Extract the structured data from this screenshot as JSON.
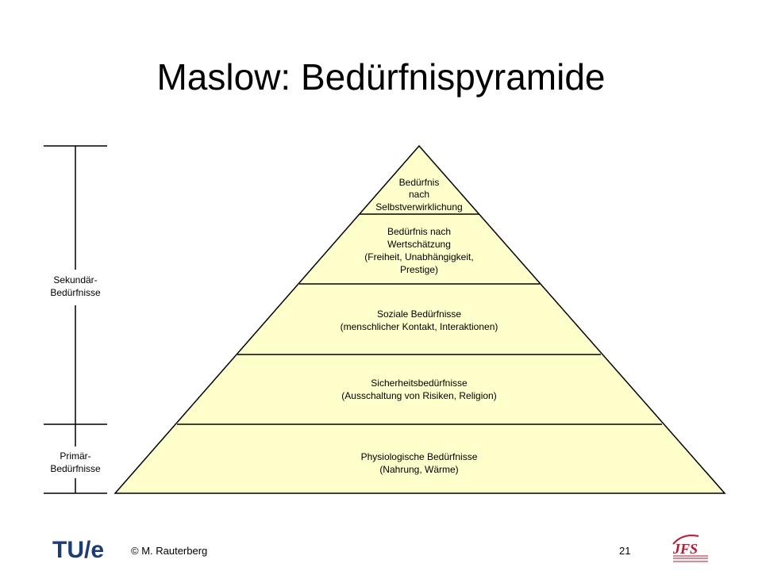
{
  "slide": {
    "title": "Maslow: Bedürfnispyramide",
    "copyright": "© M. Rauterberg",
    "page_number": "21"
  },
  "pyramid": {
    "fill_color": "#ffffcc",
    "stroke_color": "#000000",
    "levels": [
      {
        "lines": [
          "Bedürfnis",
          "nach",
          "Selbstverwirklichung"
        ]
      },
      {
        "lines": [
          "Bedürfnis nach",
          "Wertschätzung",
          "(Freiheit, Unabhängigkeit,",
          "Prestige)"
        ]
      },
      {
        "lines": [
          "Soziale Bedürfnisse",
          "(menschlicher Kontakt, Interaktionen)"
        ]
      },
      {
        "lines": [
          "Sicherheitsbedürfnisse",
          "(Ausschaltung von Risiken, Religion)"
        ]
      },
      {
        "lines": [
          "Physiologische Bedürfnisse",
          "(Nahrung, Wärme)"
        ]
      }
    ]
  },
  "side_bracket": {
    "upper_label": [
      "Sekundär-",
      "Bedürfnisse"
    ],
    "lower_label": [
      "Primär-",
      "Bedürfnisse"
    ]
  },
  "logos": {
    "left_logo_text": "TU/e",
    "left_logo_color": "#1a3c7a",
    "right_logo_text": "JFS",
    "right_logo_color": "#c8102e"
  }
}
